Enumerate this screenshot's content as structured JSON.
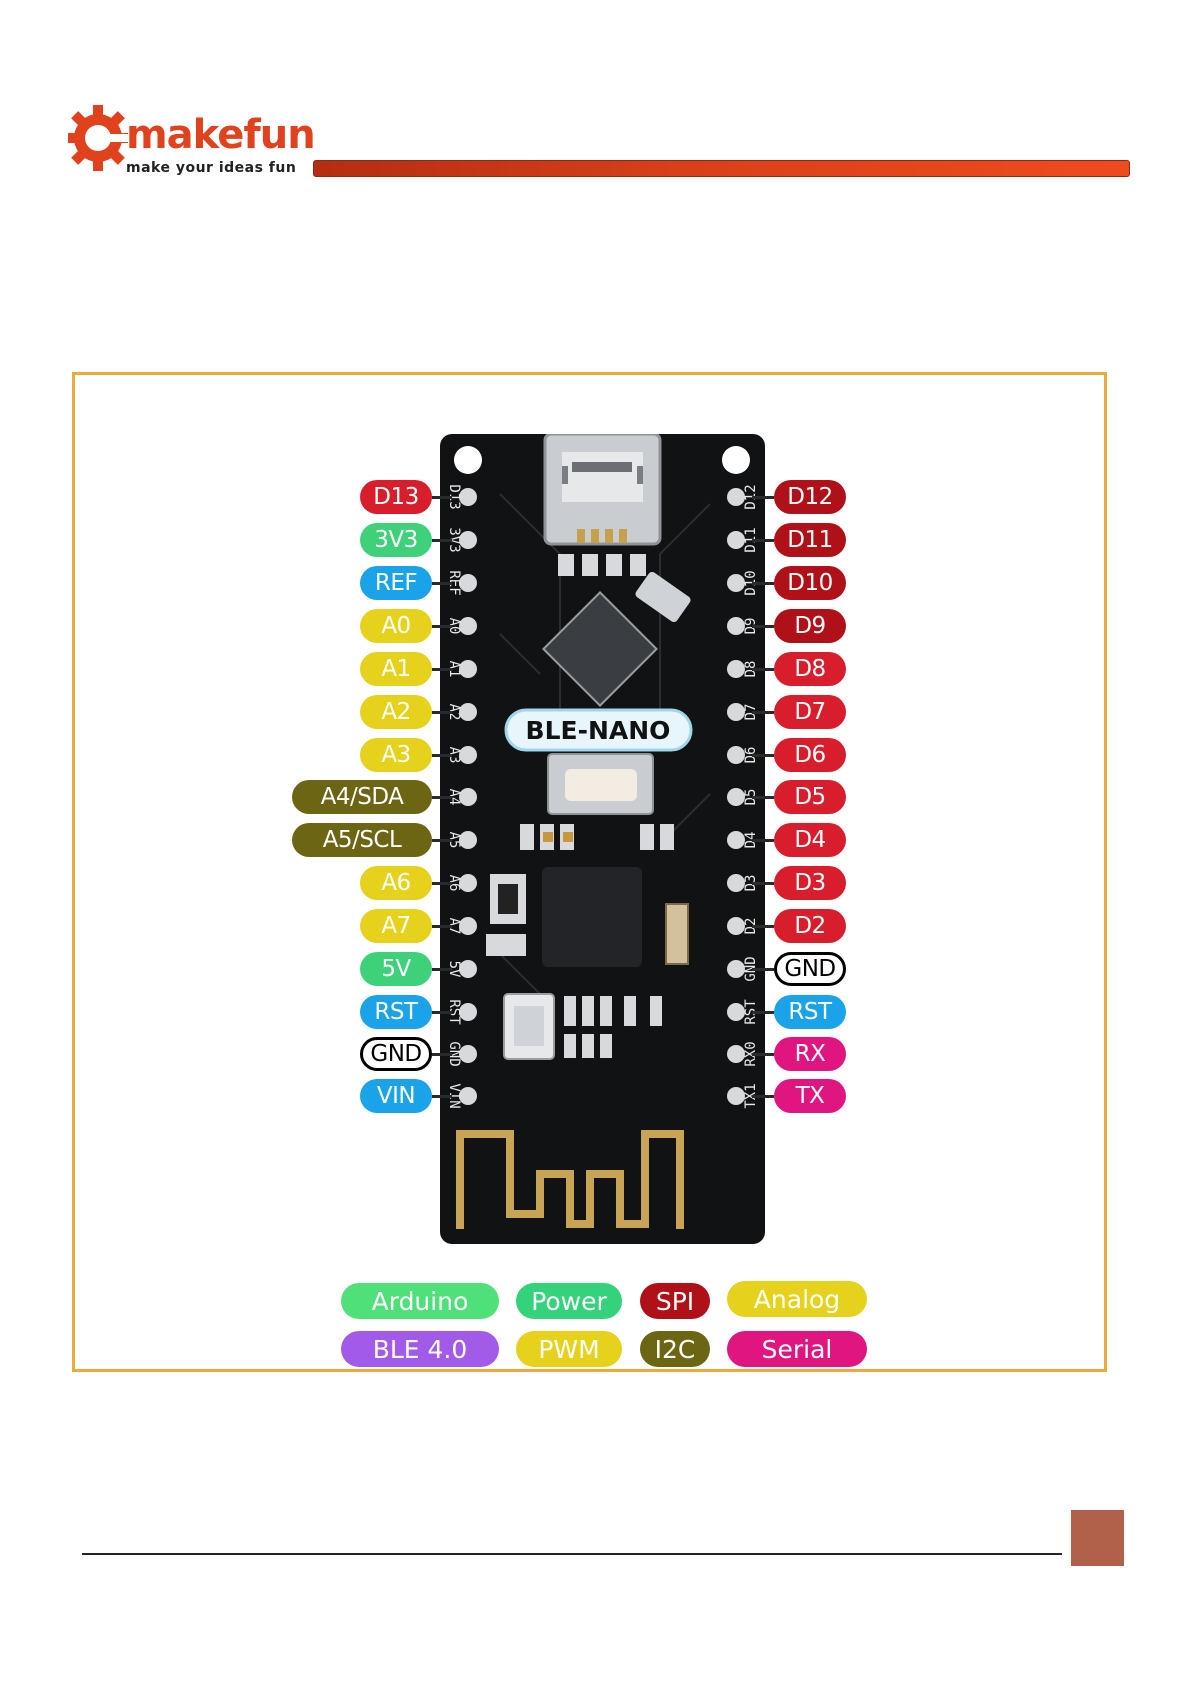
{
  "header": {
    "logo_text": "makefun",
    "logo_tagline": "make your ideas fun",
    "logo_color": "#e0421e",
    "bar_color": "#d8401a"
  },
  "board": {
    "name": "BLE-NANO",
    "silkscreen_left": [
      "D13",
      "3V3",
      "REF",
      "A0",
      "A1",
      "A2",
      "A3",
      "A4",
      "A5",
      "A6",
      "A7",
      "5V",
      "RST",
      "GND",
      "VIN"
    ],
    "silkscreen_right": [
      "D12",
      "D11",
      "D10",
      "D9",
      "D8",
      "D7",
      "D6",
      "D5",
      "D4",
      "D3",
      "D2",
      "GND",
      "RST",
      "RX0",
      "TX1"
    ]
  },
  "pins_left": [
    {
      "label": "D13",
      "color": "#d81e2c"
    },
    {
      "label": "3V3",
      "color": "#3fd17a"
    },
    {
      "label": "REF",
      "color": "#1aa3e8"
    },
    {
      "label": "A0",
      "color": "#e6d21c"
    },
    {
      "label": "A1",
      "color": "#e6d21c"
    },
    {
      "label": "A2",
      "color": "#e6d21c"
    },
    {
      "label": "A3",
      "color": "#e6d21c"
    },
    {
      "label": "A4/SDA",
      "color": "#6b6514"
    },
    {
      "label": "A5/SCL",
      "color": "#6b6514"
    },
    {
      "label": "A6",
      "color": "#e6d21c"
    },
    {
      "label": "A7",
      "color": "#e6d21c"
    },
    {
      "label": "5V",
      "color": "#3fd17a"
    },
    {
      "label": "RST",
      "color": "#1aa3e8"
    },
    {
      "label": "GND",
      "color": "#ffffff"
    },
    {
      "label": "VIN",
      "color": "#1aa3e8"
    }
  ],
  "pins_right": [
    {
      "label": "D12",
      "color": "#b01018"
    },
    {
      "label": "D11",
      "color": "#b01018"
    },
    {
      "label": "D10",
      "color": "#b01018"
    },
    {
      "label": "D9",
      "color": "#b01018"
    },
    {
      "label": "D8",
      "color": "#d81e2c"
    },
    {
      "label": "D7",
      "color": "#d81e2c"
    },
    {
      "label": "D6",
      "color": "#d81e2c"
    },
    {
      "label": "D5",
      "color": "#d81e2c"
    },
    {
      "label": "D4",
      "color": "#d81e2c"
    },
    {
      "label": "D3",
      "color": "#d81e2c"
    },
    {
      "label": "D2",
      "color": "#d81e2c"
    },
    {
      "label": "GND",
      "color": "#ffffff"
    },
    {
      "label": "RST",
      "color": "#1aa3e8"
    },
    {
      "label": "RX",
      "color": "#e0157f"
    },
    {
      "label": "TX",
      "color": "#e0157f"
    }
  ],
  "legend": [
    {
      "label": "Arduino",
      "color": "#4fe07a"
    },
    {
      "label": "Power",
      "color": "#35d27c"
    },
    {
      "label": "SPI",
      "color": "#b01018"
    },
    {
      "label": "Analog",
      "color": "#e6d21c"
    },
    {
      "label": "BLE 4.0",
      "color": "#a25be8"
    },
    {
      "label": "PWM",
      "color": "#e6d21c"
    },
    {
      "label": "I2C",
      "color": "#6b6514"
    },
    {
      "label": "Serial",
      "color": "#e0157f"
    }
  ],
  "footer": {
    "badge_color": "#b1604a"
  }
}
